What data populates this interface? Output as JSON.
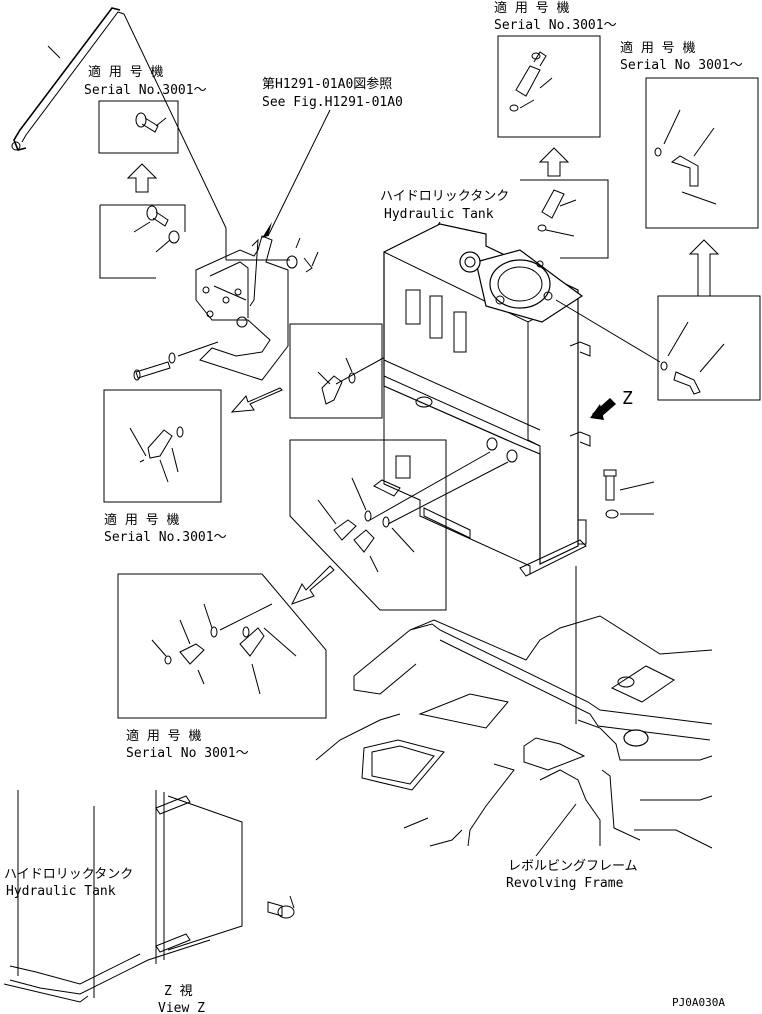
{
  "labels": {
    "serial_jp": "適 用 号 機",
    "serial_en_dot": "Serial No.3001〜",
    "serial_en_space": "Serial No 3001〜",
    "see_fig_jp": "第H1291-01A0図参照",
    "see_fig_en": "See Fig.H1291-01A0",
    "hyd_tank_jp": "ハイドロリックタンク",
    "hyd_tank_en": "Hydraulic Tank",
    "revolving_jp": "レボルビングフレーム",
    "revolving_en": "Revolving Frame",
    "view_jp": "Z   視",
    "view_en": "View Z",
    "arrow_z": "Z",
    "drawing_no": "PJ0A030A"
  }
}
